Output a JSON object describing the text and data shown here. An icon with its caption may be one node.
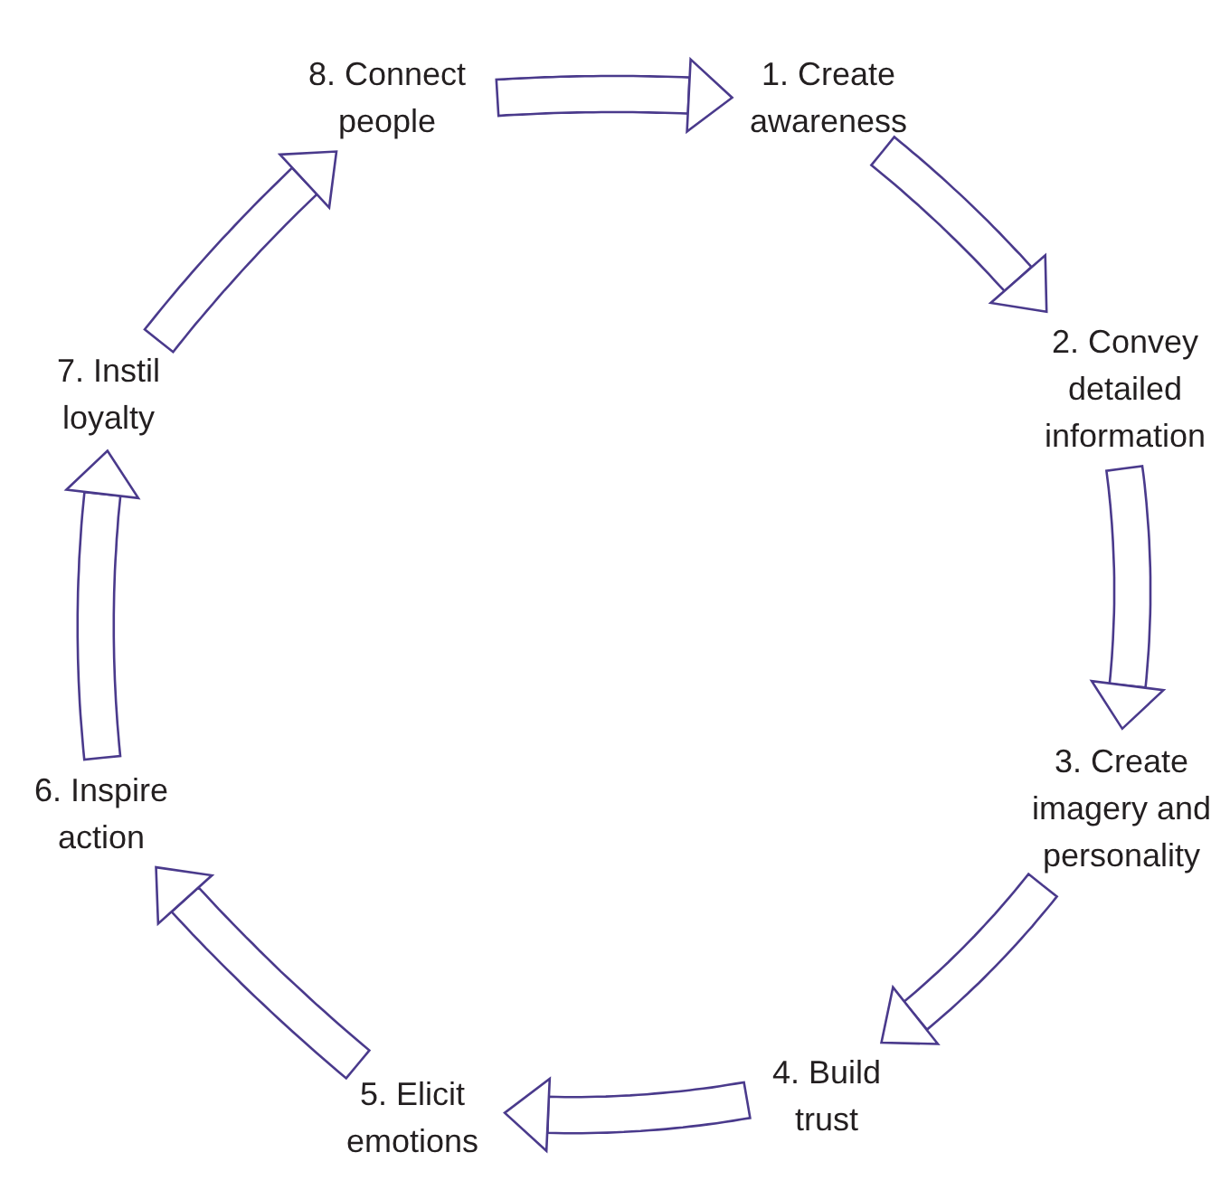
{
  "diagram": {
    "nodes": [
      {
        "text": [
          "1. Create awareness"
        ]
      },
      {
        "text": [
          "2. Convey detailed information"
        ]
      },
      {
        "text": [
          "3. Create imagery and personality"
        ]
      },
      {
        "text": [
          "4. Build trust"
        ]
      },
      {
        "text": [
          "5. Elicit emotions"
        ]
      },
      {
        "text": [
          "6. Inspire action"
        ]
      },
      {
        "text": [
          "7. Instil loyalty"
        ]
      },
      {
        "text": [
          "8. Connect people"
        ]
      }
    ],
    "edges": [
      {
        "from": 7,
        "to": 0,
        "arrow": "to"
      },
      {
        "from": 0,
        "to": 1,
        "arrow": "to"
      },
      {
        "from": 1,
        "to": 2,
        "arrow": "to"
      },
      {
        "from": 2,
        "to": 3,
        "arrow": "to"
      },
      {
        "from": 3,
        "to": 4,
        "arrow": "to"
      },
      {
        "from": 4,
        "to": 5,
        "arrow": "to"
      },
      {
        "from": 5,
        "to": 6,
        "arrow": "to"
      },
      {
        "from": 6,
        "to": 7,
        "arrow": "to"
      }
    ]
  }
}
